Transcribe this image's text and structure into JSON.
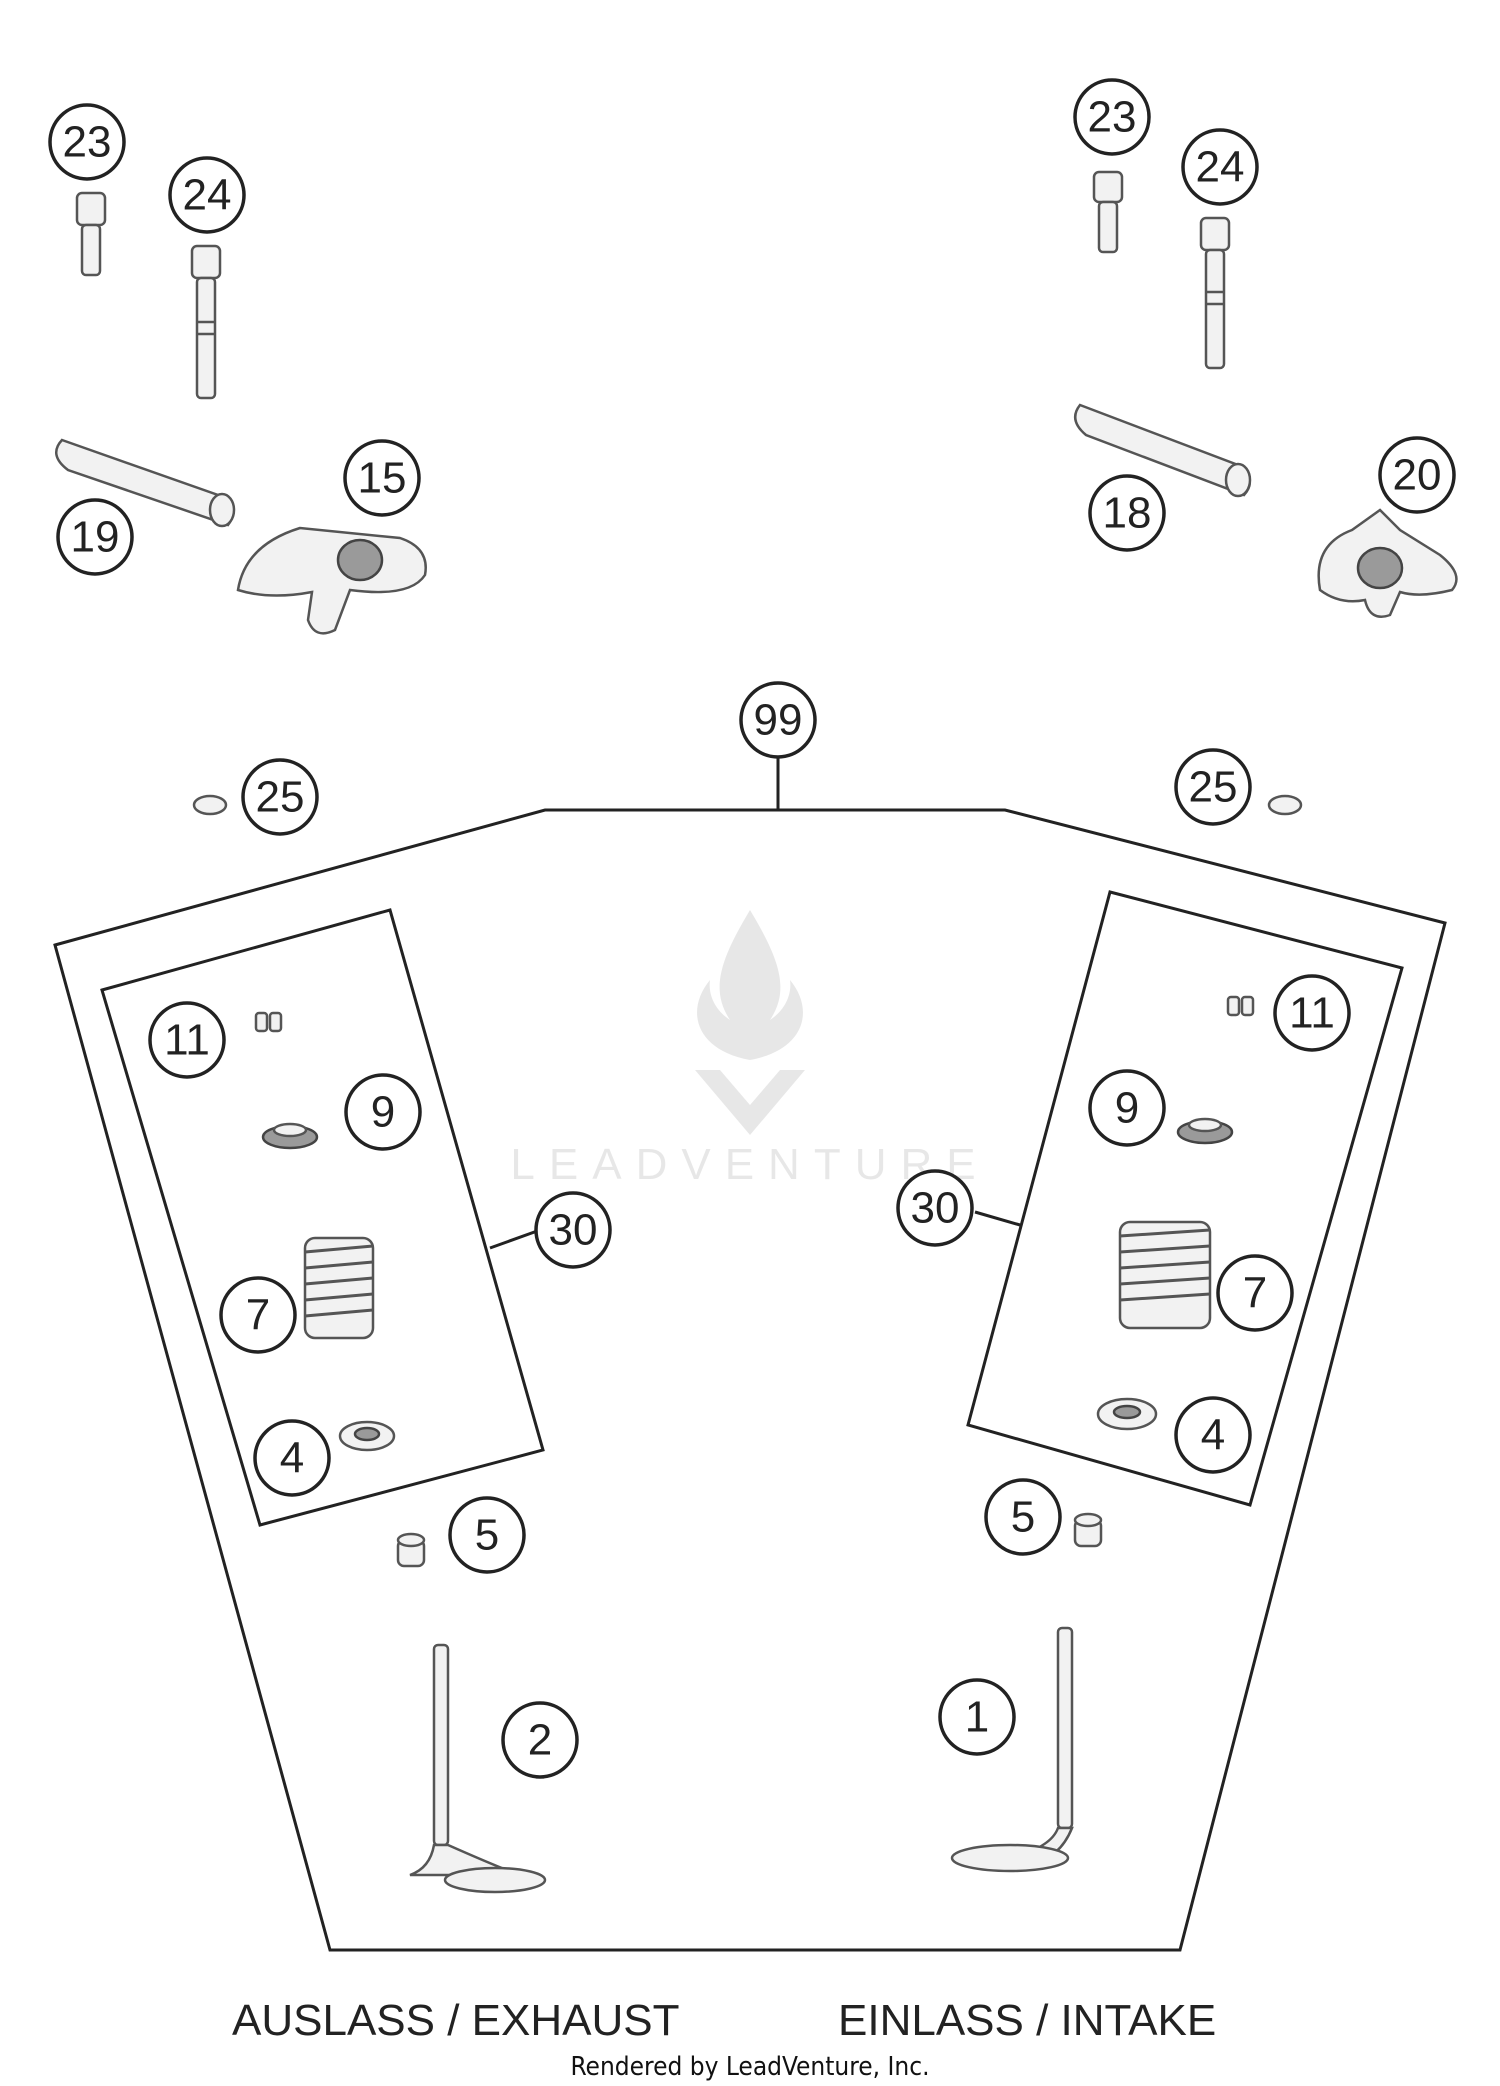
{
  "callouts": {
    "c23_left": "23",
    "c24_left": "24",
    "c19": "19",
    "c15": "15",
    "c23_right": "23",
    "c24_right": "24",
    "c18": "18",
    "c20": "20",
    "c99": "99",
    "c25_left": "25",
    "c25_right": "25",
    "c11_left": "11",
    "c9_left": "9",
    "c30_left": "30",
    "c7_left": "7",
    "c4_left": "4",
    "c5_left": "5",
    "c2": "2",
    "c11_right": "11",
    "c9_right": "9",
    "c30_right": "30",
    "c7_right": "7",
    "c4_right": "4",
    "c5_right": "5",
    "c1": "1"
  },
  "captions": {
    "exhaust": "AUSLASS / EXHAUST",
    "intake": "EINLASS / INTAKE"
  },
  "credit": "Rendered by LeadVenture, Inc.",
  "watermark": "LEADVENTURE"
}
